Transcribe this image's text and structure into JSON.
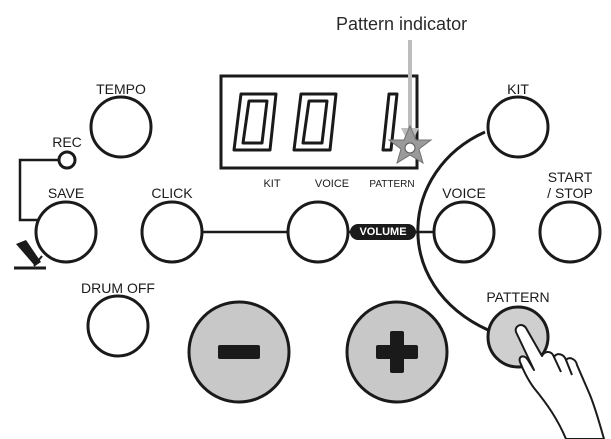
{
  "annotation": {
    "pattern_indicator": "Pattern indicator"
  },
  "display": {
    "digits": "001",
    "labels": {
      "kit": "KIT",
      "voice": "VOICE",
      "pattern": "PATTERN"
    }
  },
  "buttons": {
    "tempo": "TEMPO",
    "rec": "REC",
    "save": "SAVE",
    "click": "CLICK",
    "voice_left": "",
    "volume": "VOLUME",
    "voice_right": "VOICE",
    "kit": "KIT",
    "start_stop_line1": "START",
    "start_stop_line2": "/ STOP",
    "drum_off": "DRUM OFF",
    "pattern": "PATTERN",
    "minus": "−",
    "plus": "+"
  },
  "colors": {
    "line": "#1a1a1a",
    "pressed_fill": "#cfcfcf",
    "big_button_fill": "#c8c8c8",
    "indicator_arrow": "#bdbdbd",
    "indicator_star": "#8a8a8a"
  },
  "icons": [
    "pen-icon",
    "hand-pointer-icon",
    "star-indicator-icon"
  ]
}
